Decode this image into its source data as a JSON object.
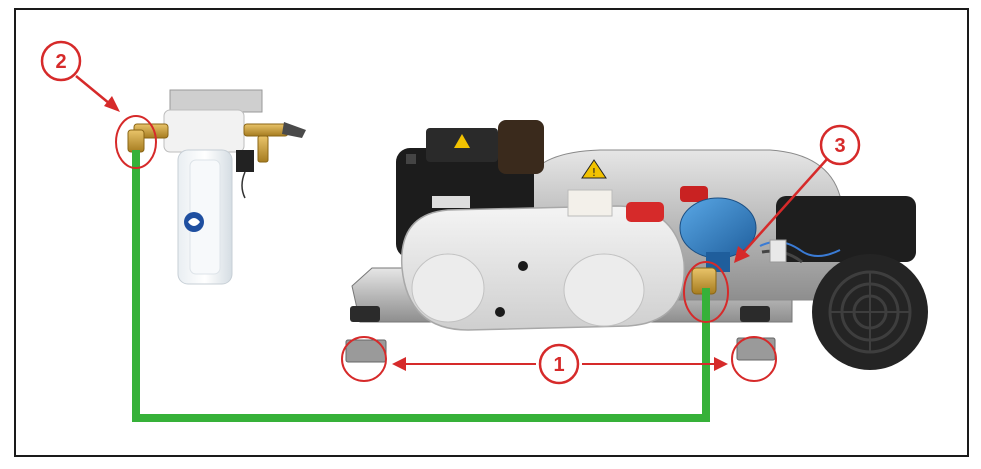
{
  "callouts": [
    {
      "number": "1"
    },
    {
      "number": "2"
    },
    {
      "number": "3"
    }
  ],
  "colors": {
    "callout": "#d62a2a",
    "water_line": "#36b139",
    "frame": "#1a1a1a"
  },
  "icons": [
    "warning-icon",
    "filter-logo-icon"
  ]
}
